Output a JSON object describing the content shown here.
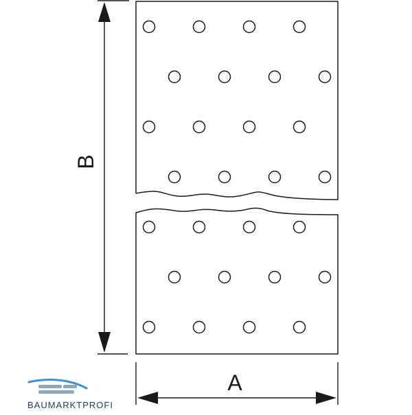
{
  "diagram": {
    "dimension_a_label": "A",
    "dimension_b_label": "B",
    "line_color": "#1a1a1a",
    "background": "#ffffff"
  },
  "logo": {
    "text": "BAUMARKTPROFI",
    "text_color": "#1f3f66",
    "accent_color": "#3d8fd6"
  }
}
